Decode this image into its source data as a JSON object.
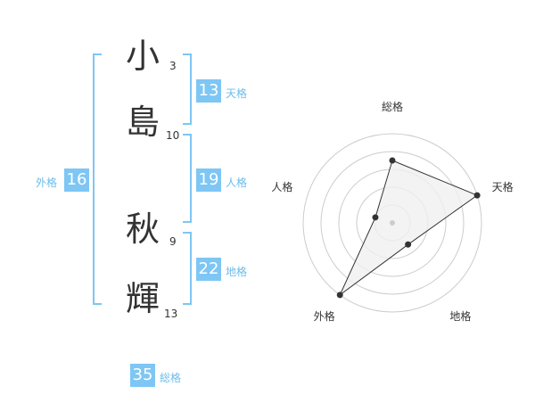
{
  "name": {
    "chars": [
      {
        "char": "小",
        "strokes": "3"
      },
      {
        "char": "島",
        "strokes": "10"
      },
      {
        "char": "秋",
        "strokes": "9"
      },
      {
        "char": "輝",
        "strokes": "13"
      }
    ]
  },
  "fortune": {
    "tenkaku": {
      "value": "13",
      "label": "天格"
    },
    "jinkaku": {
      "value": "19",
      "label": "人格"
    },
    "chikaku": {
      "value": "22",
      "label": "地格"
    },
    "gaikaku": {
      "value": "16",
      "label": "外格"
    },
    "soukaku": {
      "value": "35",
      "label": "総格"
    }
  },
  "chart_data": {
    "type": "radar",
    "axes": [
      "総格",
      "天格",
      "地格",
      "外格",
      "人格"
    ],
    "values": [
      3.5,
      5,
      1.5,
      5,
      1
    ],
    "max": 5,
    "rings": 5,
    "colors": {
      "fill": "#f0f0f0",
      "line": "#333333",
      "ring": "#cccccc"
    }
  },
  "colors": {
    "accent": "#7ec6f4",
    "label": "#6cbce8",
    "text": "#333333"
  }
}
